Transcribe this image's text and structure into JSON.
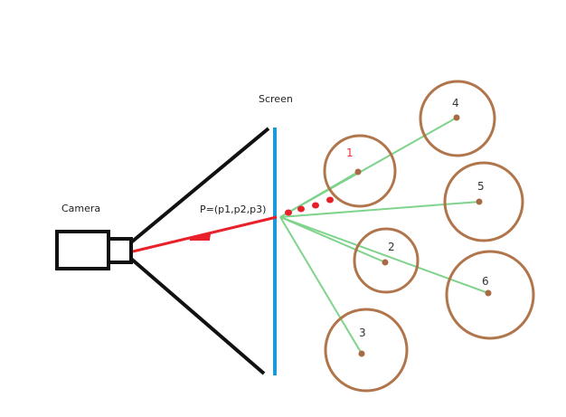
{
  "labels": {
    "camera": "Camera",
    "screen": "Screen",
    "point": "P=(p1,p2,p3)"
  },
  "spheres": [
    {
      "id": "1",
      "label": "1",
      "label_color": "#e8333a"
    },
    {
      "id": "2",
      "label": "2",
      "label_color": "#333333"
    },
    {
      "id": "3",
      "label": "3",
      "label_color": "#333333"
    },
    {
      "id": "4",
      "label": "4",
      "label_color": "#333333"
    },
    {
      "id": "5",
      "label": "5",
      "label_color": "#333333"
    },
    {
      "id": "6",
      "label": "6",
      "label_color": "#333333"
    }
  ],
  "colors": {
    "camera": "#111111",
    "frustum": "#111111",
    "screen": "#1a9ad9",
    "camera_ray": "#e8202a",
    "ray_dots": "#e8202a",
    "green_rays": "#7fd38d",
    "sphere_outline": "#b0754a",
    "sphere_center": "#a86a44"
  }
}
